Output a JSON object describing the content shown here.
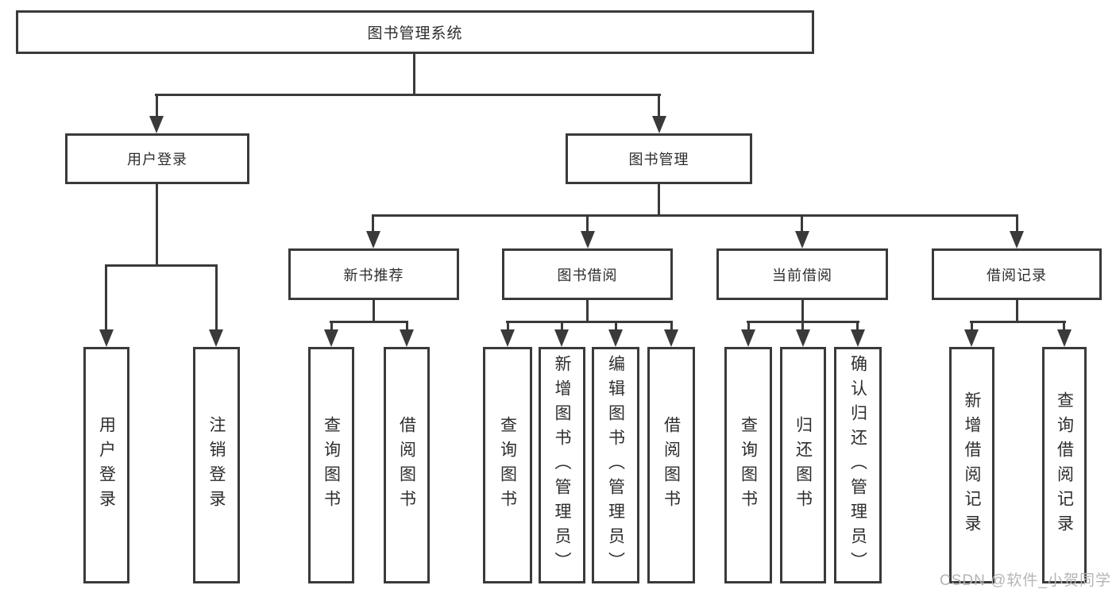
{
  "title": "图书管理系统",
  "watermark": "CSDN @软件_小贺同学",
  "colors": {
    "line": "#3a3a3a",
    "text": "#2d2d2d",
    "watermark": "#b5b5b5",
    "background": "#ffffff"
  },
  "nodes": {
    "root": {
      "label": "图书管理系统"
    },
    "user_login": {
      "label": "用户登录"
    },
    "book_management": {
      "label": "图书管理"
    },
    "new_book_recommendation": {
      "label": "新书推荐"
    },
    "book_borrowing": {
      "label": "图书借阅"
    },
    "current_borrowing": {
      "label": "当前借阅"
    },
    "borrowing_records": {
      "label": "借阅记录"
    },
    "user_login_action": {
      "label": "用户登录"
    },
    "logout_action": {
      "label": "注销登录"
    },
    "nbr_query_books": {
      "label": "查询图书"
    },
    "nbr_borrow_books": {
      "label": "借阅图书"
    },
    "bb_query_books": {
      "label": "查询图书"
    },
    "bb_add_books_admin": {
      "label": "新增图书（管理员）"
    },
    "bb_edit_books_admin": {
      "label": "编辑图书（管理员）"
    },
    "bb_borrow_books": {
      "label": "借阅图书"
    },
    "cb_query_books": {
      "label": "查询图书"
    },
    "cb_return_books": {
      "label": "归还图书"
    },
    "cb_confirm_return_admin": {
      "label": "确认归还（管理员）"
    },
    "br_add_record": {
      "label": "新增借阅记录"
    },
    "br_query_record": {
      "label": "查询借阅记录"
    }
  },
  "hierarchy": {
    "root": [
      "user_login",
      "book_management"
    ],
    "user_login": [
      "user_login_action",
      "logout_action"
    ],
    "book_management": [
      "new_book_recommendation",
      "book_borrowing",
      "current_borrowing",
      "borrowing_records"
    ],
    "new_book_recommendation": [
      "nbr_query_books",
      "nbr_borrow_books"
    ],
    "book_borrowing": [
      "bb_query_books",
      "bb_add_books_admin",
      "bb_edit_books_admin",
      "bb_borrow_books"
    ],
    "current_borrowing": [
      "cb_query_books",
      "cb_return_books",
      "cb_confirm_return_admin"
    ],
    "borrowing_records": [
      "br_add_record",
      "br_query_record"
    ]
  }
}
